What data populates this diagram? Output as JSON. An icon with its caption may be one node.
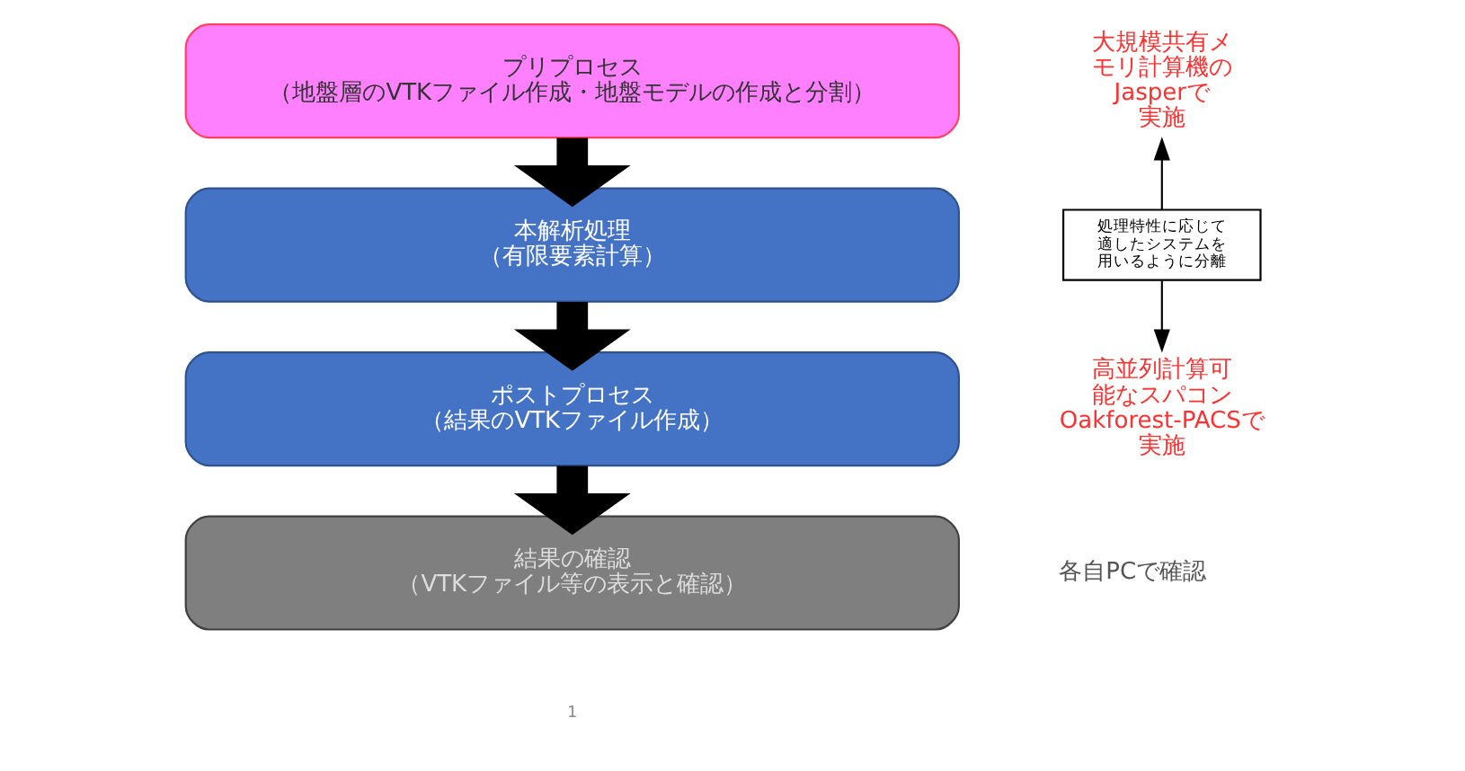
{
  "diagram": {
    "nodes": [
      {
        "text": [
          "プリプロセス",
          "（地盤層のVTKファイル作成・地盤モデルの作成と分割）"
        ]
      },
      {
        "text": [
          "本解析処理",
          "（有限要素計算）"
        ]
      },
      {
        "text": [
          "ポストプロセス",
          "（結果のVTKファイル作成）"
        ]
      },
      {
        "text": [
          "結果の確認",
          "（VTKファイル等の表示と確認）"
        ]
      },
      {
        "text": [
          "大規模共有メモリ計算機のJasperで実施"
        ]
      },
      {
        "text": [
          "処理特性に応じて適したシステムを用いるように分離"
        ]
      },
      {
        "text": [
          "高並列計算可能なスパコンOakforest-PACSで実施"
        ]
      },
      {
        "text": [
          "各自PCで確認"
        ]
      }
    ],
    "edges": [
      {
        "from": 0,
        "to": 1,
        "arrow": "to"
      },
      {
        "from": 1,
        "to": 2,
        "arrow": "to"
      },
      {
        "from": 2,
        "to": 3,
        "arrow": "to"
      },
      {
        "from": 5,
        "to": 4,
        "arrow": "to"
      },
      {
        "from": 5,
        "to": 6,
        "arrow": "to"
      }
    ],
    "labels": [
      "1"
    ]
  }
}
